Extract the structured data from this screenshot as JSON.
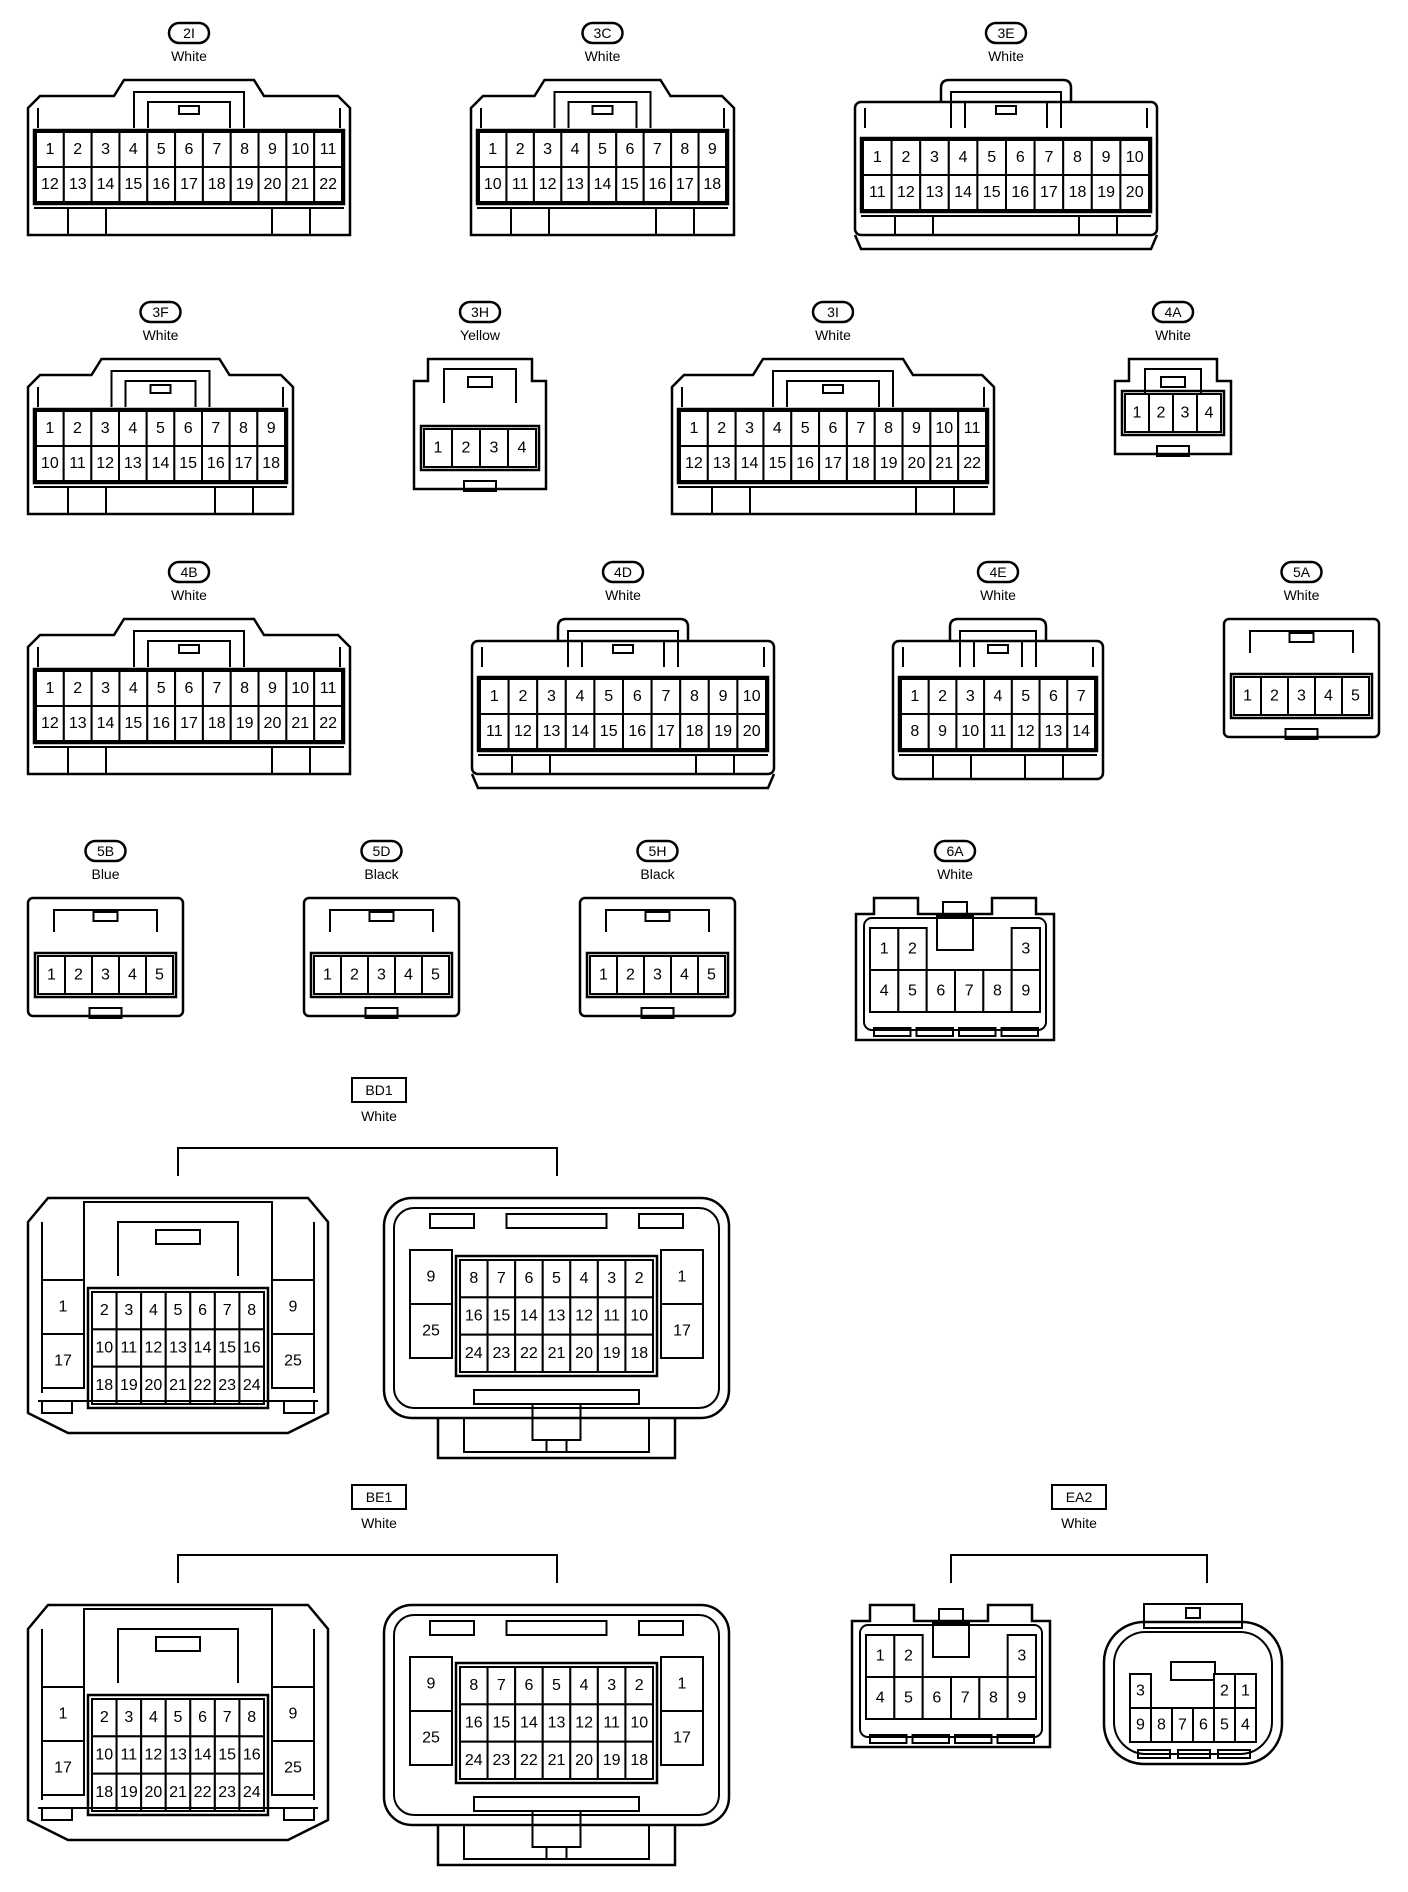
{
  "connectors": [
    {
      "id": "2I",
      "color": "White",
      "rows": [
        [
          "1",
          "2",
          "3",
          "4",
          "5",
          "6",
          "7",
          "8",
          "9",
          "10",
          "11"
        ],
        [
          "12",
          "13",
          "14",
          "15",
          "16",
          "17",
          "18",
          "19",
          "20",
          "21",
          "22"
        ]
      ]
    },
    {
      "id": "3C",
      "color": "White",
      "rows": [
        [
          "1",
          "2",
          "3",
          "4",
          "5",
          "6",
          "7",
          "8",
          "9"
        ],
        [
          "10",
          "11",
          "12",
          "13",
          "14",
          "15",
          "16",
          "17",
          "18"
        ]
      ]
    },
    {
      "id": "3E",
      "color": "White",
      "rows": [
        [
          "1",
          "2",
          "3",
          "4",
          "5",
          "6",
          "7",
          "8",
          "9",
          "10"
        ],
        [
          "11",
          "12",
          "13",
          "14",
          "15",
          "16",
          "17",
          "18",
          "19",
          "20"
        ]
      ]
    },
    {
      "id": "3F",
      "color": "White",
      "rows": [
        [
          "1",
          "2",
          "3",
          "4",
          "5",
          "6",
          "7",
          "8",
          "9"
        ],
        [
          "10",
          "11",
          "12",
          "13",
          "14",
          "15",
          "16",
          "17",
          "18"
        ]
      ]
    },
    {
      "id": "3H",
      "color": "Yellow",
      "rows": [
        [
          "1",
          "2",
          "3",
          "4"
        ]
      ]
    },
    {
      "id": "3I",
      "color": "White",
      "rows": [
        [
          "1",
          "2",
          "3",
          "4",
          "5",
          "6",
          "7",
          "8",
          "9",
          "10",
          "11"
        ],
        [
          "12",
          "13",
          "14",
          "15",
          "16",
          "17",
          "18",
          "19",
          "20",
          "21",
          "22"
        ]
      ]
    },
    {
      "id": "4A",
      "color": "White",
      "rows": [
        [
          "1",
          "2",
          "3",
          "4"
        ]
      ]
    },
    {
      "id": "4B",
      "color": "White",
      "rows": [
        [
          "1",
          "2",
          "3",
          "4",
          "5",
          "6",
          "7",
          "8",
          "9",
          "10",
          "11"
        ],
        [
          "12",
          "13",
          "14",
          "15",
          "16",
          "17",
          "18",
          "19",
          "20",
          "21",
          "22"
        ]
      ]
    },
    {
      "id": "4D",
      "color": "White",
      "rows": [
        [
          "1",
          "2",
          "3",
          "4",
          "5",
          "6",
          "7",
          "8",
          "9",
          "10"
        ],
        [
          "11",
          "12",
          "13",
          "14",
          "15",
          "16",
          "17",
          "18",
          "19",
          "20"
        ]
      ]
    },
    {
      "id": "4E",
      "color": "White",
      "rows": [
        [
          "1",
          "2",
          "3",
          "4",
          "5",
          "6",
          "7"
        ],
        [
          "8",
          "9",
          "10",
          "11",
          "12",
          "13",
          "14"
        ]
      ]
    },
    {
      "id": "5A",
      "color": "White",
      "rows": [
        [
          "1",
          "2",
          "3",
          "4",
          "5"
        ]
      ]
    },
    {
      "id": "5B",
      "color": "Blue",
      "rows": [
        [
          "1",
          "2",
          "3",
          "4",
          "5"
        ]
      ]
    },
    {
      "id": "5D",
      "color": "Black",
      "rows": [
        [
          "1",
          "2",
          "3",
          "4",
          "5"
        ]
      ]
    },
    {
      "id": "5H",
      "color": "Black",
      "rows": [
        [
          "1",
          "2",
          "3",
          "4",
          "5"
        ]
      ]
    },
    {
      "id": "6A",
      "color": "White",
      "rows": [
        [
          "1",
          "2",
          "",
          "",
          "",
          "3"
        ],
        [
          "4",
          "5",
          "6",
          "7",
          "8",
          "9"
        ]
      ]
    }
  ],
  "pairs": [
    {
      "id": "BD1",
      "color": "White",
      "female": {
        "left": [
          "1",
          "17"
        ],
        "rows": [
          [
            "2",
            "3",
            "4",
            "5",
            "6",
            "7",
            "8"
          ],
          [
            "10",
            "11",
            "12",
            "13",
            "14",
            "15",
            "16"
          ],
          [
            "18",
            "19",
            "20",
            "21",
            "22",
            "23",
            "24"
          ]
        ],
        "right": [
          "9",
          "25"
        ]
      },
      "male": {
        "left": [
          "9",
          "25"
        ],
        "rows": [
          [
            "8",
            "7",
            "6",
            "5",
            "4",
            "3",
            "2"
          ],
          [
            "16",
            "15",
            "14",
            "13",
            "12",
            "11",
            "10"
          ],
          [
            "24",
            "23",
            "22",
            "21",
            "20",
            "19",
            "18"
          ]
        ],
        "right": [
          "1",
          "17"
        ]
      }
    },
    {
      "id": "BE1",
      "color": "White",
      "female": {
        "left": [
          "1",
          "17"
        ],
        "rows": [
          [
            "2",
            "3",
            "4",
            "5",
            "6",
            "7",
            "8"
          ],
          [
            "10",
            "11",
            "12",
            "13",
            "14",
            "15",
            "16"
          ],
          [
            "18",
            "19",
            "20",
            "21",
            "22",
            "23",
            "24"
          ]
        ],
        "right": [
          "9",
          "25"
        ]
      },
      "male": {
        "left": [
          "9",
          "25"
        ],
        "rows": [
          [
            "8",
            "7",
            "6",
            "5",
            "4",
            "3",
            "2"
          ],
          [
            "16",
            "15",
            "14",
            "13",
            "12",
            "11",
            "10"
          ],
          [
            "24",
            "23",
            "22",
            "21",
            "20",
            "19",
            "18"
          ]
        ],
        "right": [
          "1",
          "17"
        ]
      }
    },
    {
      "id": "EA2",
      "color": "White",
      "female": {
        "rows": [
          [
            "1",
            "2",
            "",
            "",
            "",
            "3"
          ],
          [
            "4",
            "5",
            "6",
            "7",
            "8",
            "9"
          ]
        ]
      },
      "male": {
        "rows": [
          [
            "3",
            "",
            "",
            "",
            "2",
            "1"
          ],
          [
            "9",
            "8",
            "7",
            "6",
            "5",
            "4"
          ]
        ]
      }
    }
  ]
}
